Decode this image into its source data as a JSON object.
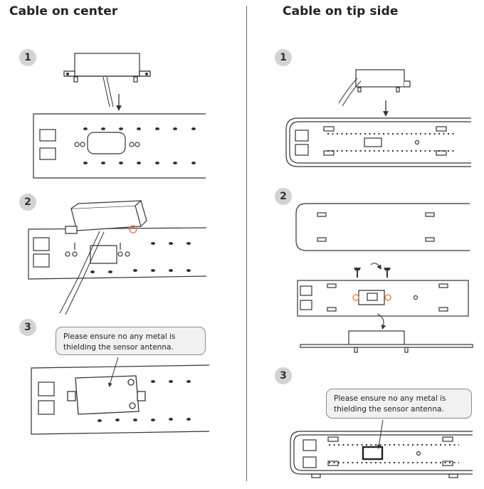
{
  "headings": {
    "left": "Cable on center",
    "right": "Cable on tip side"
  },
  "steps": {
    "left": [
      "1",
      "2",
      "3"
    ],
    "right": [
      "1",
      "2",
      "3"
    ]
  },
  "callouts": {
    "left": {
      "line1": "Please ensure no any metal is",
      "line2": "thielding the sensor antenna."
    },
    "right": {
      "line1": "Please ensure no any metal is",
      "line2": "thielding the sensor antenna."
    }
  },
  "colors": {
    "line": "#333333",
    "highlight": "#e8743b",
    "step_badge": "#d3d3d3",
    "callout_bg": "#f1f1f1"
  }
}
